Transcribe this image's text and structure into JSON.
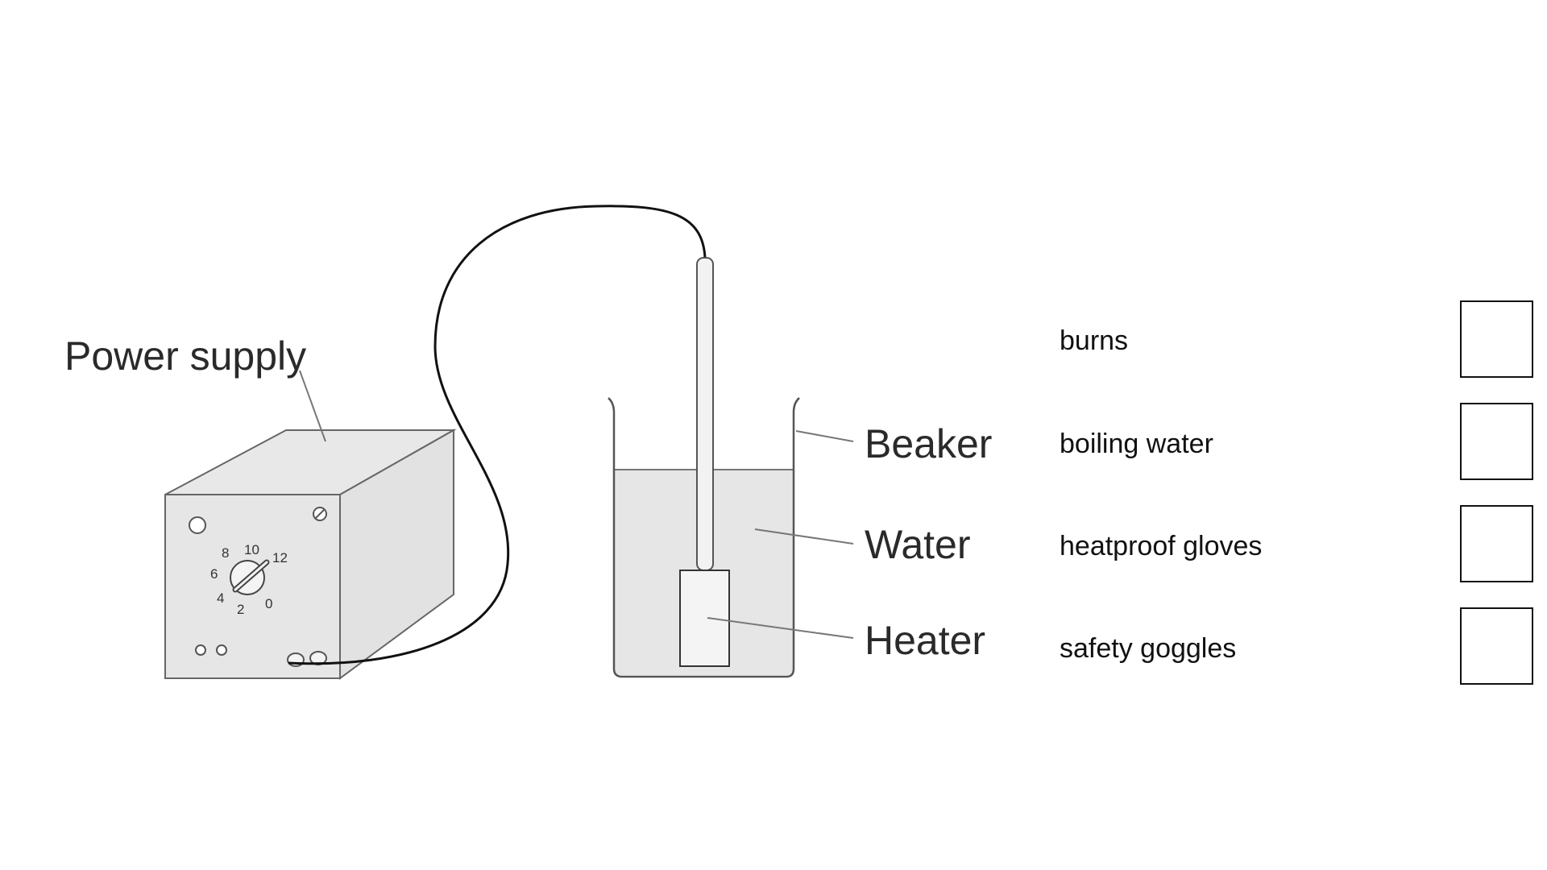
{
  "diagram": {
    "labels": {
      "power_supply": "Power supply",
      "beaker": "Beaker",
      "water": "Water",
      "heater": "Heater"
    },
    "dial_numbers": [
      "8",
      "10",
      "12",
      "6",
      "4",
      "2",
      "0"
    ]
  },
  "options": [
    {
      "label": "burns"
    },
    {
      "label": "boiling water"
    },
    {
      "label": "heatproof gloves"
    },
    {
      "label": "safety goggles"
    }
  ],
  "colors": {
    "fill_grey": "#e6e6e6",
    "line": "#555555",
    "cable": "#111111",
    "text": "#111111"
  }
}
